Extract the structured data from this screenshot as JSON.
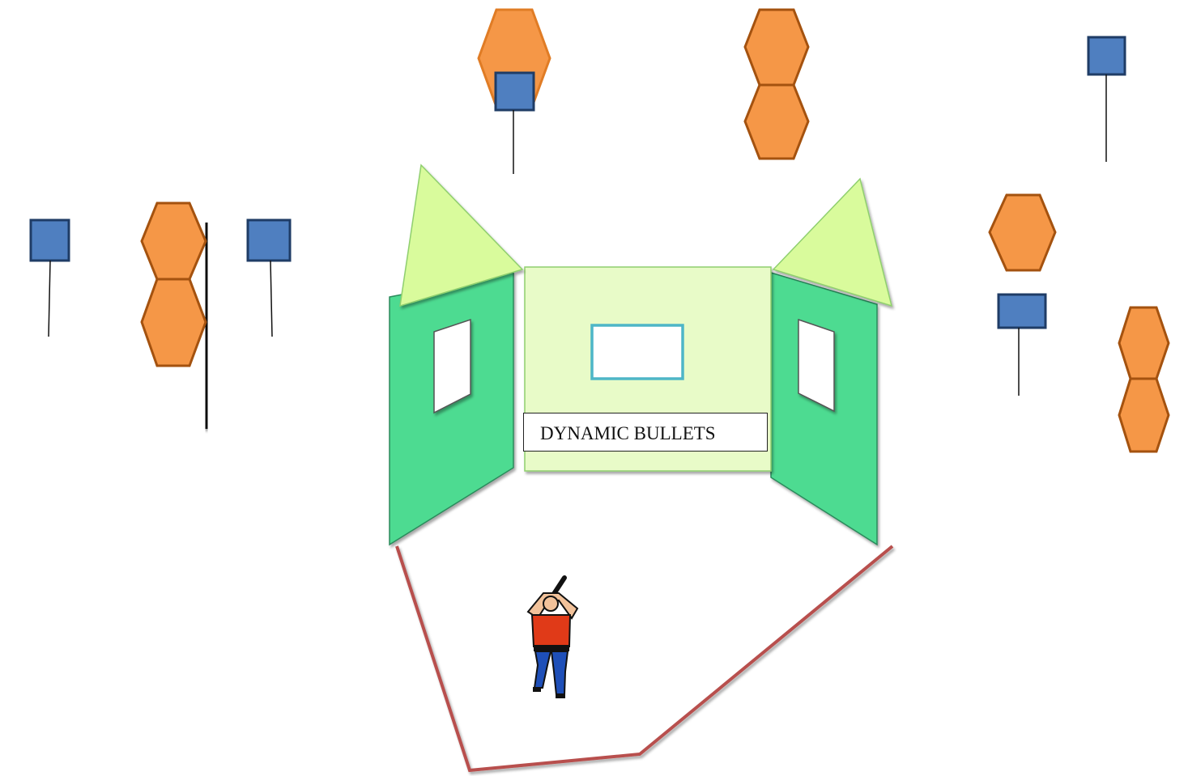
{
  "stage_label": "DYNAMIC BULLETS",
  "colors": {
    "barricade_wall": "#4ddb91",
    "barricade_center": "#e8fbc8",
    "barricade_wing": "#d9fb9c",
    "orange_target": "#f59747",
    "orange_outline": "#a4520f",
    "blue_target": "#4f7fc0",
    "blue_outline": "#1f3c66",
    "post": "#111111",
    "fault_line": "#b8504e",
    "shooter_shirt": "#e03a18",
    "shooter_pants": "#1e4fb8",
    "window_outline": "#4db6c7"
  },
  "icons": [
    "shooter-icon",
    "orange-hexagon-target",
    "blue-square-target",
    "fault-line"
  ]
}
